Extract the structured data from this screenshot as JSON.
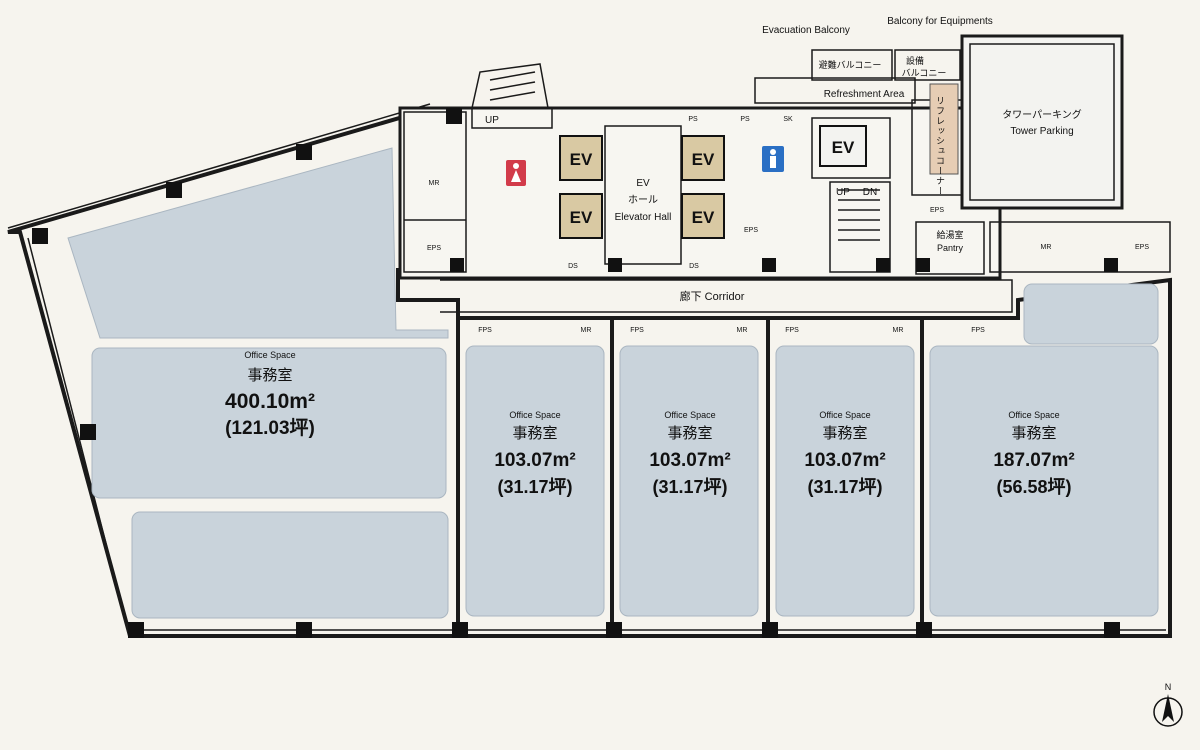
{
  "offices": [
    {
      "en": "Office Space",
      "ja": "事務室",
      "area": "400.10m²",
      "tsubo": "(121.03坪)"
    },
    {
      "en": "Office Space",
      "ja": "事務室",
      "area": "103.07m²",
      "tsubo": "(31.17坪)"
    },
    {
      "en": "Office Space",
      "ja": "事務室",
      "area": "103.07m²",
      "tsubo": "(31.17坪)"
    },
    {
      "en": "Office Space",
      "ja": "事務室",
      "area": "103.07m²",
      "tsubo": "(31.17坪)"
    },
    {
      "en": "Office Space",
      "ja": "事務室",
      "area": "187.07m²",
      "tsubo": "(56.58坪)"
    }
  ],
  "labels": {
    "corridor": "廊下 Corridor",
    "ev": "EV",
    "ev_hall_1": "EV",
    "ev_hall_2": "ホール",
    "ev_hall_3": "Elevator Hall",
    "evac_balcony": "Evacuation Balcony",
    "evac_balcony_ja": "避難バルコニー",
    "equip_balcony": "Balcony for Equipments",
    "equip_balcony_ja1": "設備",
    "equip_balcony_ja2": "バルコニー",
    "refresh": "Refreshment Area",
    "refresh_ja": "リフレッシュコーナー",
    "tower_ja": "タワーパーキング",
    "tower_en": "Tower Parking",
    "pantry_ja": "給湯室",
    "pantry_en": "Pantry",
    "up": "UP",
    "dn": "DN",
    "ps": "PS",
    "eps": "EPS",
    "ds": "DS",
    "fps": "FPS",
    "mr": "MR",
    "sk": "SK",
    "north": "N"
  },
  "colors": {
    "office": "#c9d3db",
    "elevator": "#d9c9a3",
    "refresh": "#e6cdb4",
    "female": "#d23b4a",
    "male": "#2a6fc4"
  },
  "icons": [
    "female-restroom-icon",
    "male-restroom-icon",
    "north-arrow-icon"
  ]
}
